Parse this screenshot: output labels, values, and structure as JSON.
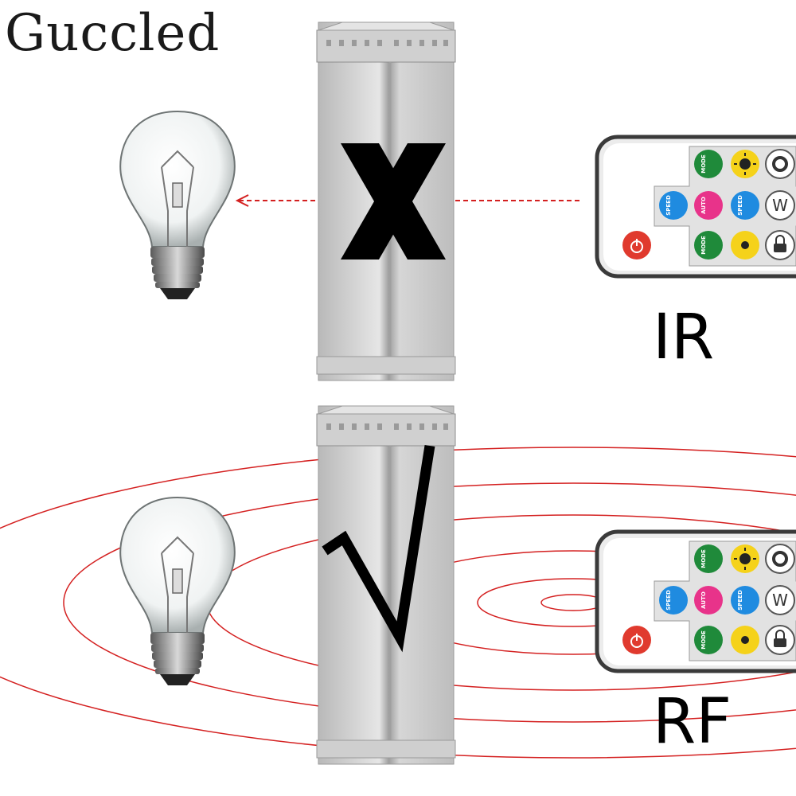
{
  "brand": {
    "name": "Guccled"
  },
  "scenes": [
    {
      "id": "ir",
      "label": "IR",
      "result_mark": "X",
      "result": "blocked"
    },
    {
      "id": "rf",
      "label": "RF",
      "result_mark": "√",
      "result": "passes"
    }
  ],
  "remote": {
    "buttons": [
      {
        "name": "mode-plus",
        "text": "MODE +",
        "color": "#1f8a3a"
      },
      {
        "name": "brightness-plus",
        "icon": "sun-icon",
        "color": "#f5d21a"
      },
      {
        "name": "settings",
        "icon": "gear-icon",
        "color": "#ffffff"
      },
      {
        "name": "speed-plus",
        "text": "SPEED +",
        "color": "#1f8be0"
      },
      {
        "name": "auto",
        "text": "AUTO",
        "color": "#e8338a"
      },
      {
        "name": "speed-minus",
        "text": "SPEED −",
        "color": "#1f8be0"
      },
      {
        "name": "white",
        "text": "W",
        "color": "#ffffff"
      },
      {
        "name": "power",
        "icon": "power-icon",
        "color": "#e03a2e"
      },
      {
        "name": "mode-minus",
        "text": "MODE −",
        "color": "#1f8a3a"
      },
      {
        "name": "brightness-minus",
        "icon": "sun-icon",
        "color": "#f5d21a"
      },
      {
        "name": "lock",
        "icon": "lock-icon",
        "color": "#ffffff"
      }
    ]
  },
  "colors": {
    "signal": "#d42020",
    "pillar": "#c9c9c9",
    "check": "#000000"
  }
}
